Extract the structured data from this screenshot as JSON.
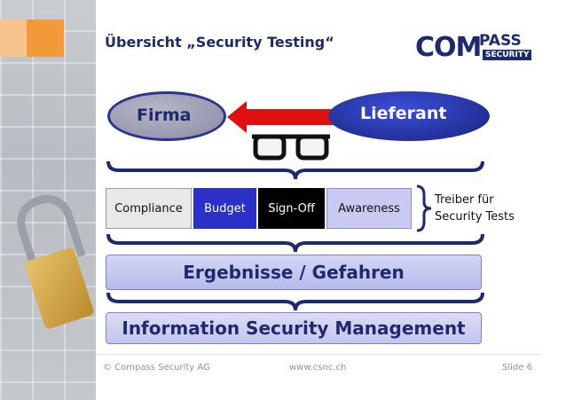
{
  "slide": {
    "title": "Übersicht „Security Testing“",
    "logo": {
      "com": "COM",
      "pass": "PASS",
      "security": "SECURITY"
    },
    "firma": "Firma",
    "lieferant": "Lieferant",
    "boxes": [
      "Compliance",
      "Budget",
      "Sign-Off",
      "Awareness"
    ],
    "treiber": [
      "Treiber für",
      "Security Tests"
    ],
    "ergebnisse": "Ergebnisse / Gefahren",
    "ism": "Information Security Management",
    "footer": {
      "left": "© Compass Security AG",
      "mid": "www.csnc.ch",
      "right": "Slide 6"
    }
  },
  "colors": {
    "navy": "#1f2a6e",
    "budget": "#2a30c8",
    "arrow": "#e01010",
    "awareness": "#c9caf2"
  }
}
